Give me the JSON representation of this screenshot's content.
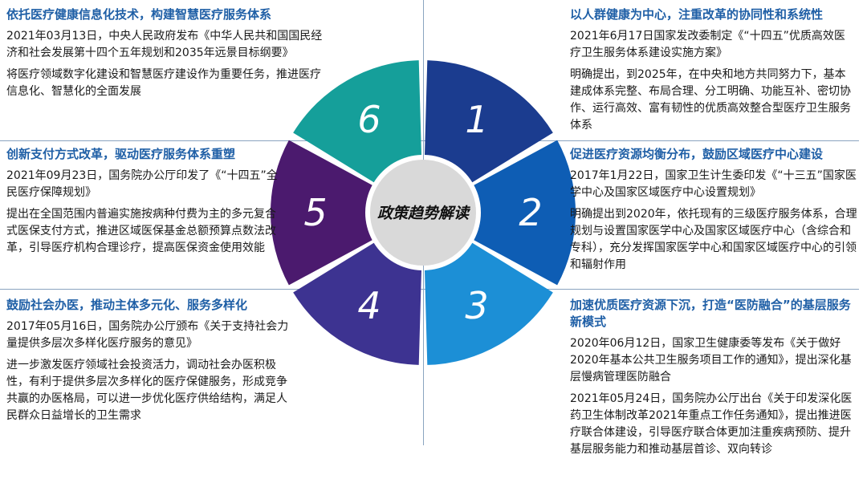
{
  "center_label": "政策趋势解读",
  "segments": [
    {
      "number": "1",
      "color": "#1b3c8f"
    },
    {
      "number": "2",
      "color": "#0e5db4"
    },
    {
      "number": "3",
      "color": "#1c8fd6"
    },
    {
      "number": "4",
      "color": "#3d3391"
    },
    {
      "number": "5",
      "color": "#4b1a6e"
    },
    {
      "number": "6",
      "color": "#159f9a"
    }
  ],
  "panels": {
    "p1": {
      "title": "以人群健康为中心，注重改革的协同性和系统性",
      "paras": [
        "2021年6月17日国家发改委制定《“十四五”优质高效医疗卫生服务体系建设实施方案》",
        "明确提出，到2025年，在中央和地方共同努力下，基本建成体系完整、布局合理、分工明确、功能互补、密切协作、运行高效、富有韧性的优质高效整合型医疗卫生服务体系"
      ]
    },
    "p2": {
      "title": "促进医疗资源均衡分布，鼓励区域医疗中心建设",
      "paras": [
        "2017年1月22日，国家卫生计生委印发《“十三五”国家医学中心及国家区域医疗中心设置规划》",
        "明确提出到2020年，依托现有的三级医疗服务体系，合理规划与设置国家医学中心及国家区域医疗中心（含综合和专科），充分发挥国家医学中心和国家区域医疗中心的引领和辐射作用"
      ]
    },
    "p3": {
      "title": "加速优质医疗资源下沉，打造“医防融合”的基层服务新模式",
      "paras": [
        "2020年06月12日，国家卫生健康委等发布《关于做好2020年基本公共卫生服务项目工作的通知》，提出深化基层慢病管理医防融合",
        "2021年05月24日，国务院办公厅出台《关于印发深化医药卫生体制改革2021年重点工作任务通知》，提出推进医疗联合体建设，引导医疗联合体更加注重疾病预防、提升基层服务能力和推动基层首诊、双向转诊"
      ]
    },
    "p4": {
      "title": "鼓励社会办医，推动主体多元化、服务多样化",
      "paras": [
        "2017年05月16日，国务院办公厅颁布《关于支持社会力量提供多层次多样化医疗服务的意见》",
        "进一步激发医疗领域社会投资活力，调动社会办医积极性，有利于提供多层次多样化的医疗保健服务，形成竞争共赢的办医格局，可以进一步优化医疗供给结构，满足人民群众日益增长的卫生需求"
      ]
    },
    "p5": {
      "title": "创新支付方式改革，驱动医疗服务体系重塑",
      "paras": [
        "2021年09月23日，国务院办公厅印发了《“十四五”全民医疗保障规划》",
        "提出在全国范围内普遍实施按病种付费为主的多元复合式医保支付方式，推进区域医保基金总额预算点数法改革，引导医疗机构合理诊疗，提高医保资金使用效能"
      ]
    },
    "p6": {
      "title": "依托医疗健康信息化技术，构建智慧医疗服务体系",
      "paras": [
        "2021年03月13日，中央人民政府发布《中华人民共和国国民经济和社会发展第十四个五年规划和2035年远景目标纲要》",
        "将医疗领域数字化建设和智慧医疗建设作为重要任务，推进医疗信息化、智慧化的全面发展"
      ]
    }
  }
}
